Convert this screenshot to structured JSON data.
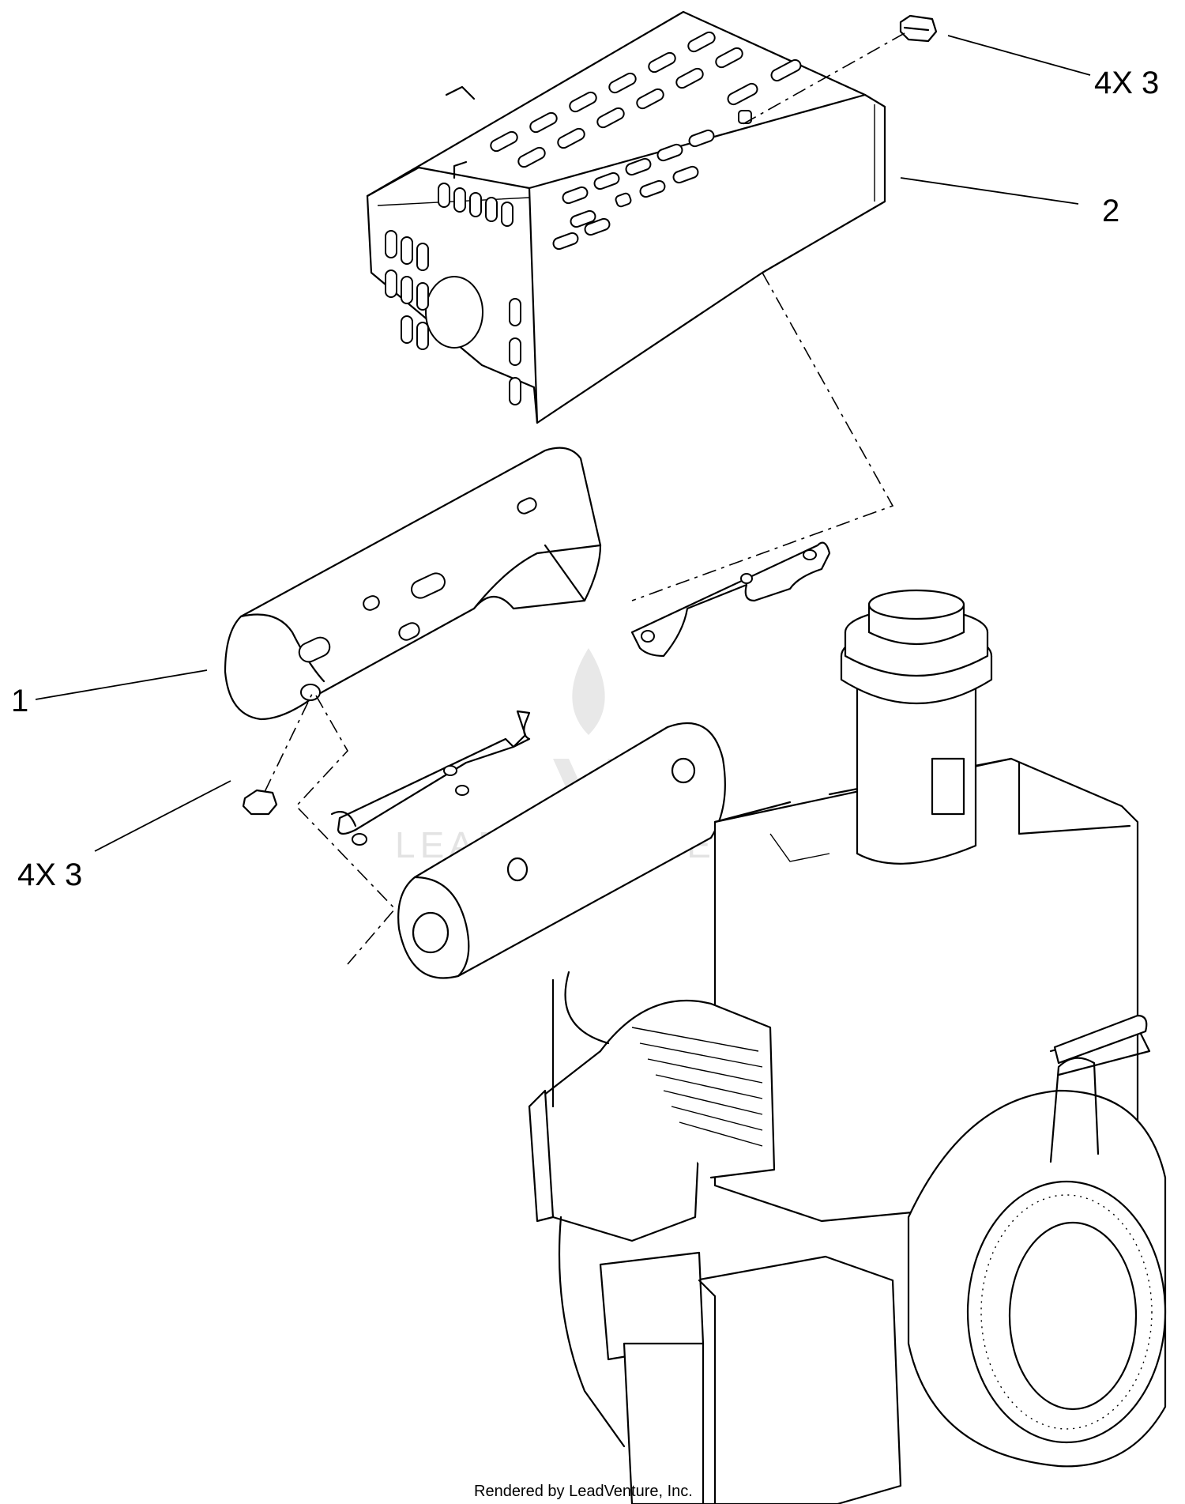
{
  "diagram": {
    "callouts": [
      {
        "id": "callout-4x3-top",
        "text": "4X 3"
      },
      {
        "id": "callout-2",
        "text": "2"
      },
      {
        "id": "callout-1",
        "text": "1"
      },
      {
        "id": "callout-4x3-left",
        "text": "4X 3"
      }
    ],
    "watermark": "LEADVENTURE",
    "footer": "Rendered by LeadVenture, Inc."
  },
  "colors": {
    "line": "#000000",
    "background": "#ffffff",
    "watermark": "#e3e3e3"
  }
}
